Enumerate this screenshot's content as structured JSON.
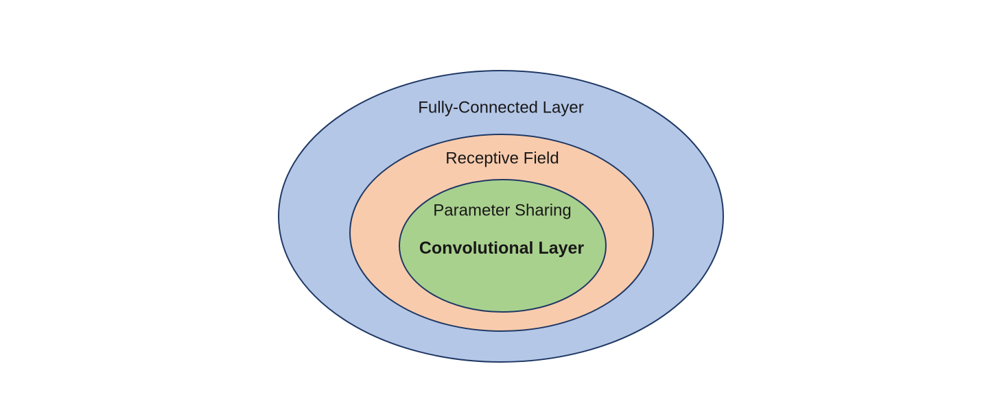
{
  "diagram": {
    "background_color": "#ffffff",
    "stroke_color": "#1f3864",
    "text_color": "#181818",
    "ellipses": [
      {
        "label": "Fully-Connected Layer",
        "fill": "#b4c7e7"
      },
      {
        "label": "Receptive Field",
        "fill": "#f8cbad"
      },
      {
        "label": "Parameter Sharing",
        "fill": "#a9d18e"
      }
    ],
    "center_label": {
      "text": "Convolutional Layer"
    }
  }
}
